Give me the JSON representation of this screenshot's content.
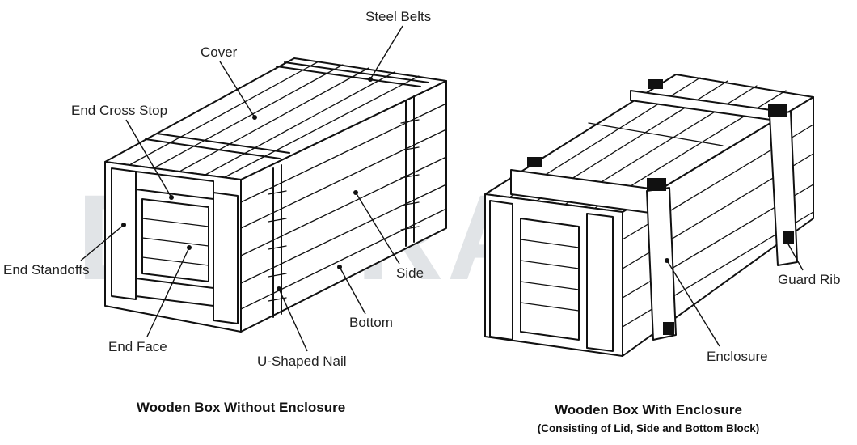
{
  "watermark": "DGCRANE",
  "colors": {
    "line": "#111111",
    "watermark": "#c9ced3",
    "watermark_accent": "#b9d2ee"
  },
  "left_box": {
    "caption": "Wooden Box Without Enclosure",
    "labels": {
      "steel_belts": "Steel Belts",
      "cover": "Cover",
      "end_cross_stop": "End Cross Stop",
      "end_standoffs": "End Standoffs",
      "side": "Side",
      "bottom": "Bottom",
      "end_face": "End Face",
      "u_shaped_nail": "U-Shaped Nail"
    }
  },
  "right_box": {
    "caption": "Wooden Box With Enclosure",
    "subcaption": "(Consisting of Lid, Side and Bottom Block)",
    "labels": {
      "guard_rib": "Guard Rib",
      "enclosure": "Enclosure"
    }
  }
}
